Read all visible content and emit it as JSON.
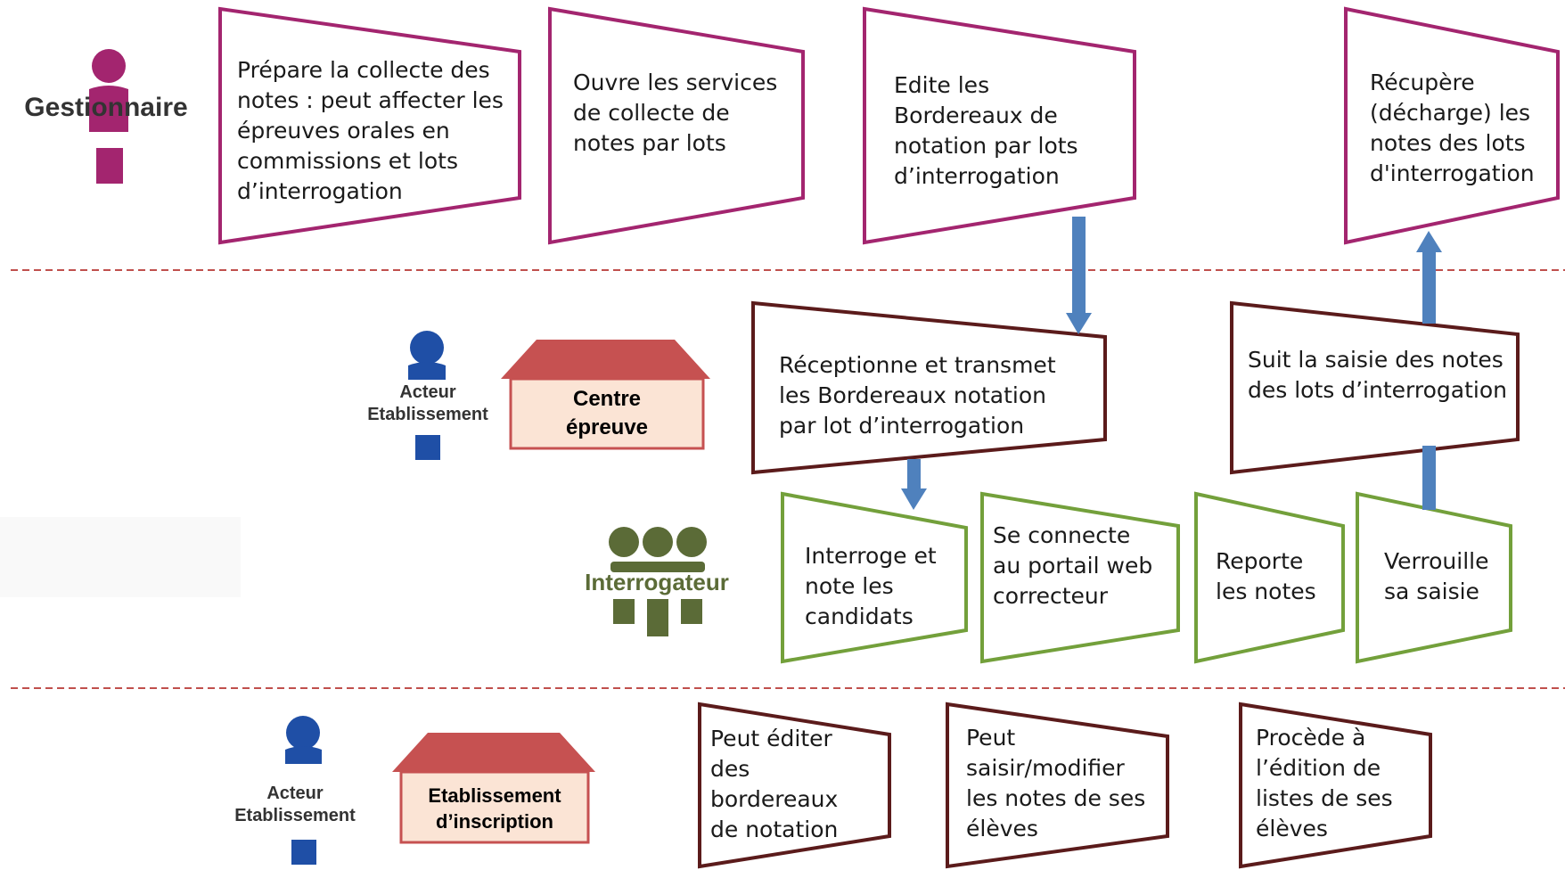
{
  "colors": {
    "manager": "#a3256f",
    "establishment": "#5b1b1b",
    "examiner": "#73a03b",
    "arrow": "#4f81bd",
    "actor_icon": "#1f4fa6",
    "examiner_icon": "#5b6b37",
    "house_roof": "#c65151",
    "house_body": "#fbe4d5",
    "separator": "#c0504d"
  },
  "lanes": {
    "gestionnaire": {
      "role": "Gestionnaire",
      "steps": [
        "Prépare la collecte des notes : peut affecter les épreuves orales en commissions et lots d’interrogation",
        "Ouvre les services de collecte de notes par lots",
        "Edite les Bordereaux de notation par lots d’interrogation",
        "Récupère (décharge) les notes des lots d'interrogation"
      ]
    },
    "centre": {
      "actor": [
        "Acteur",
        "Etablissement"
      ],
      "house": [
        "Centre",
        "épreuve"
      ],
      "steps": [
        "Réceptionne et transmet les Bordereaux notation par lot d’interrogation",
        "Suit la saisie des notes des lots d’interrogation"
      ]
    },
    "interrogateur": {
      "role": "Interrogateur",
      "steps": [
        "Interroge et note les candidats",
        "Se connecte au portail web correcteur",
        "Reporte les notes",
        "Verrouille sa saisie"
      ]
    },
    "inscription": {
      "actor": [
        "Acteur",
        "Etablissement"
      ],
      "house": [
        "Etablissement",
        "d’inscription"
      ],
      "steps": [
        "Peut éditer des bordereaux de notation",
        "Peut saisir/modifier les notes de ses élèves",
        "Procède à l’édition de listes de ses élèves"
      ]
    }
  }
}
